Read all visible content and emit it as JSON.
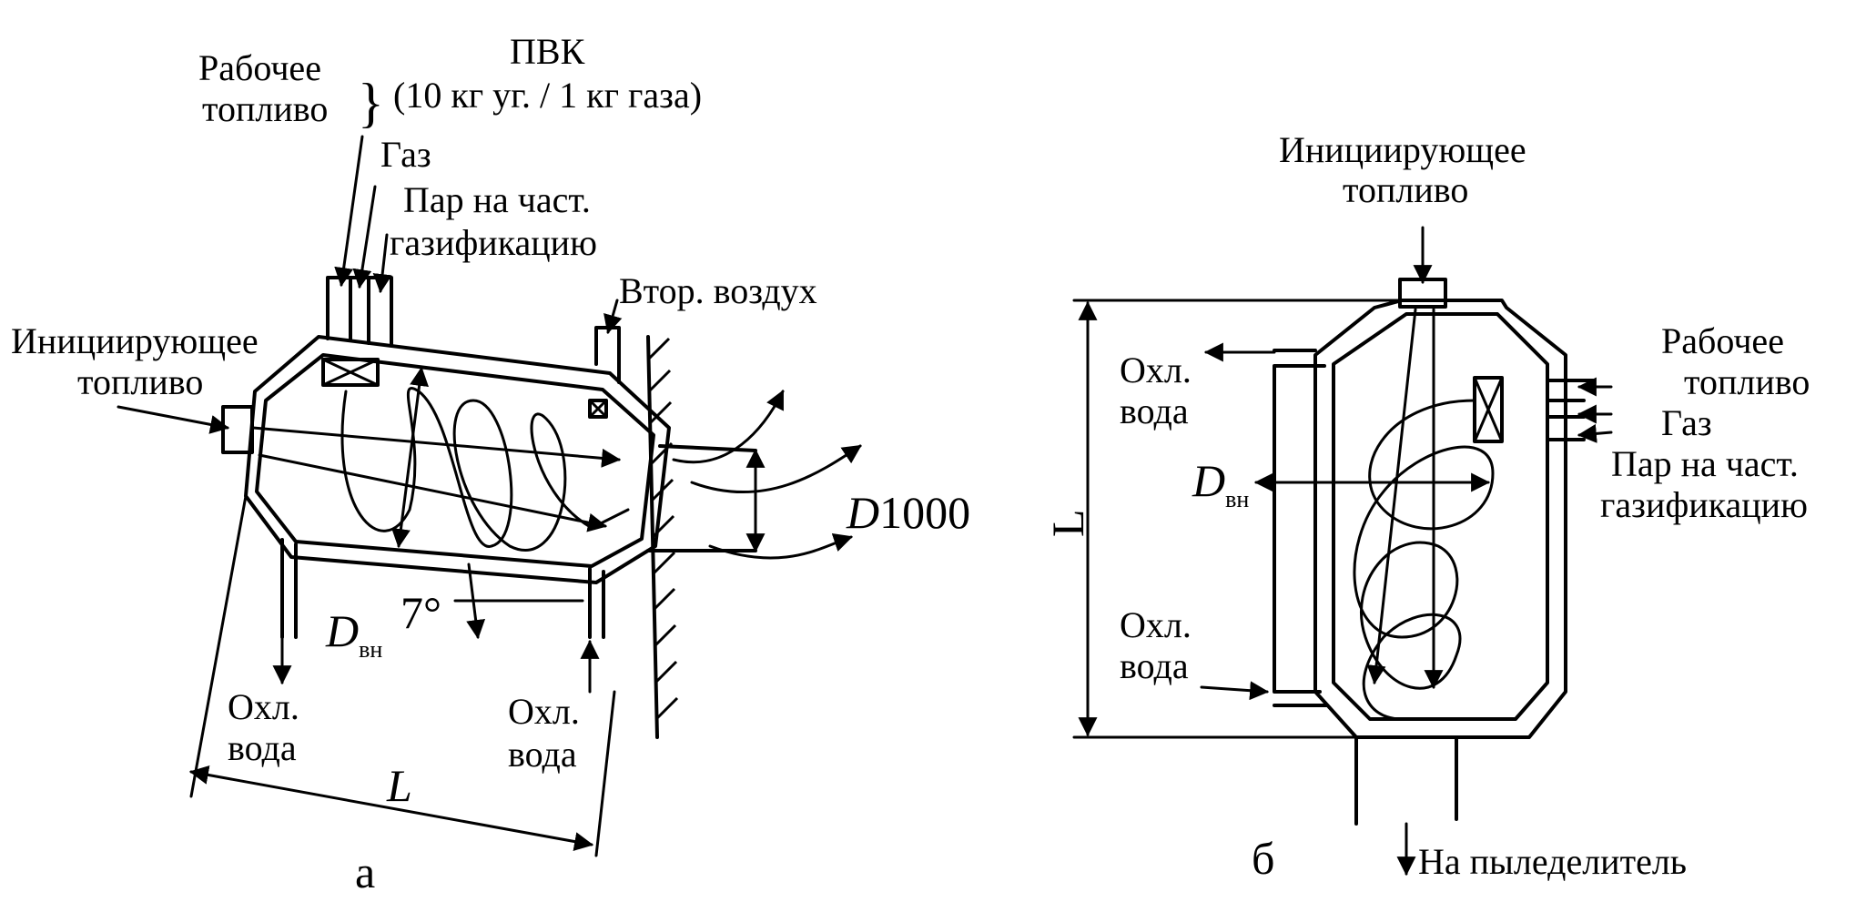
{
  "diagram_a": {
    "caption": "а",
    "working_fuel": "Рабочее\nтопливо",
    "pvk": "ПВК",
    "ratio": "(10 кг уг. / 1 кг газа)",
    "gas": "Газ",
    "steam": "Пар на част.\nгазификацию",
    "secondary_air": "Втор. воздух",
    "initiating_fuel": "Инициирующее\nтопливо",
    "d1000": "D1000",
    "angle": "7°",
    "d_in_main": "D",
    "d_in_sub": "вн",
    "cooling_water_left": "Охл.\nвода",
    "cooling_water_right": "Охл.\nвода",
    "length": "L"
  },
  "diagram_b": {
    "caption": "б",
    "initiating_fuel": "Инициирующее\nтопливо",
    "cooling_water_top": "Охл.\nвода",
    "cooling_water_bottom": "Охл.\nвода",
    "d_in_main": "D",
    "d_in_sub": "вн",
    "length": "L",
    "working_fuel": "Рабочее\nтопливо",
    "gas": "Газ",
    "steam": "Пар на част.\nгазификацию",
    "to_distributor": "На пыледелитель"
  }
}
